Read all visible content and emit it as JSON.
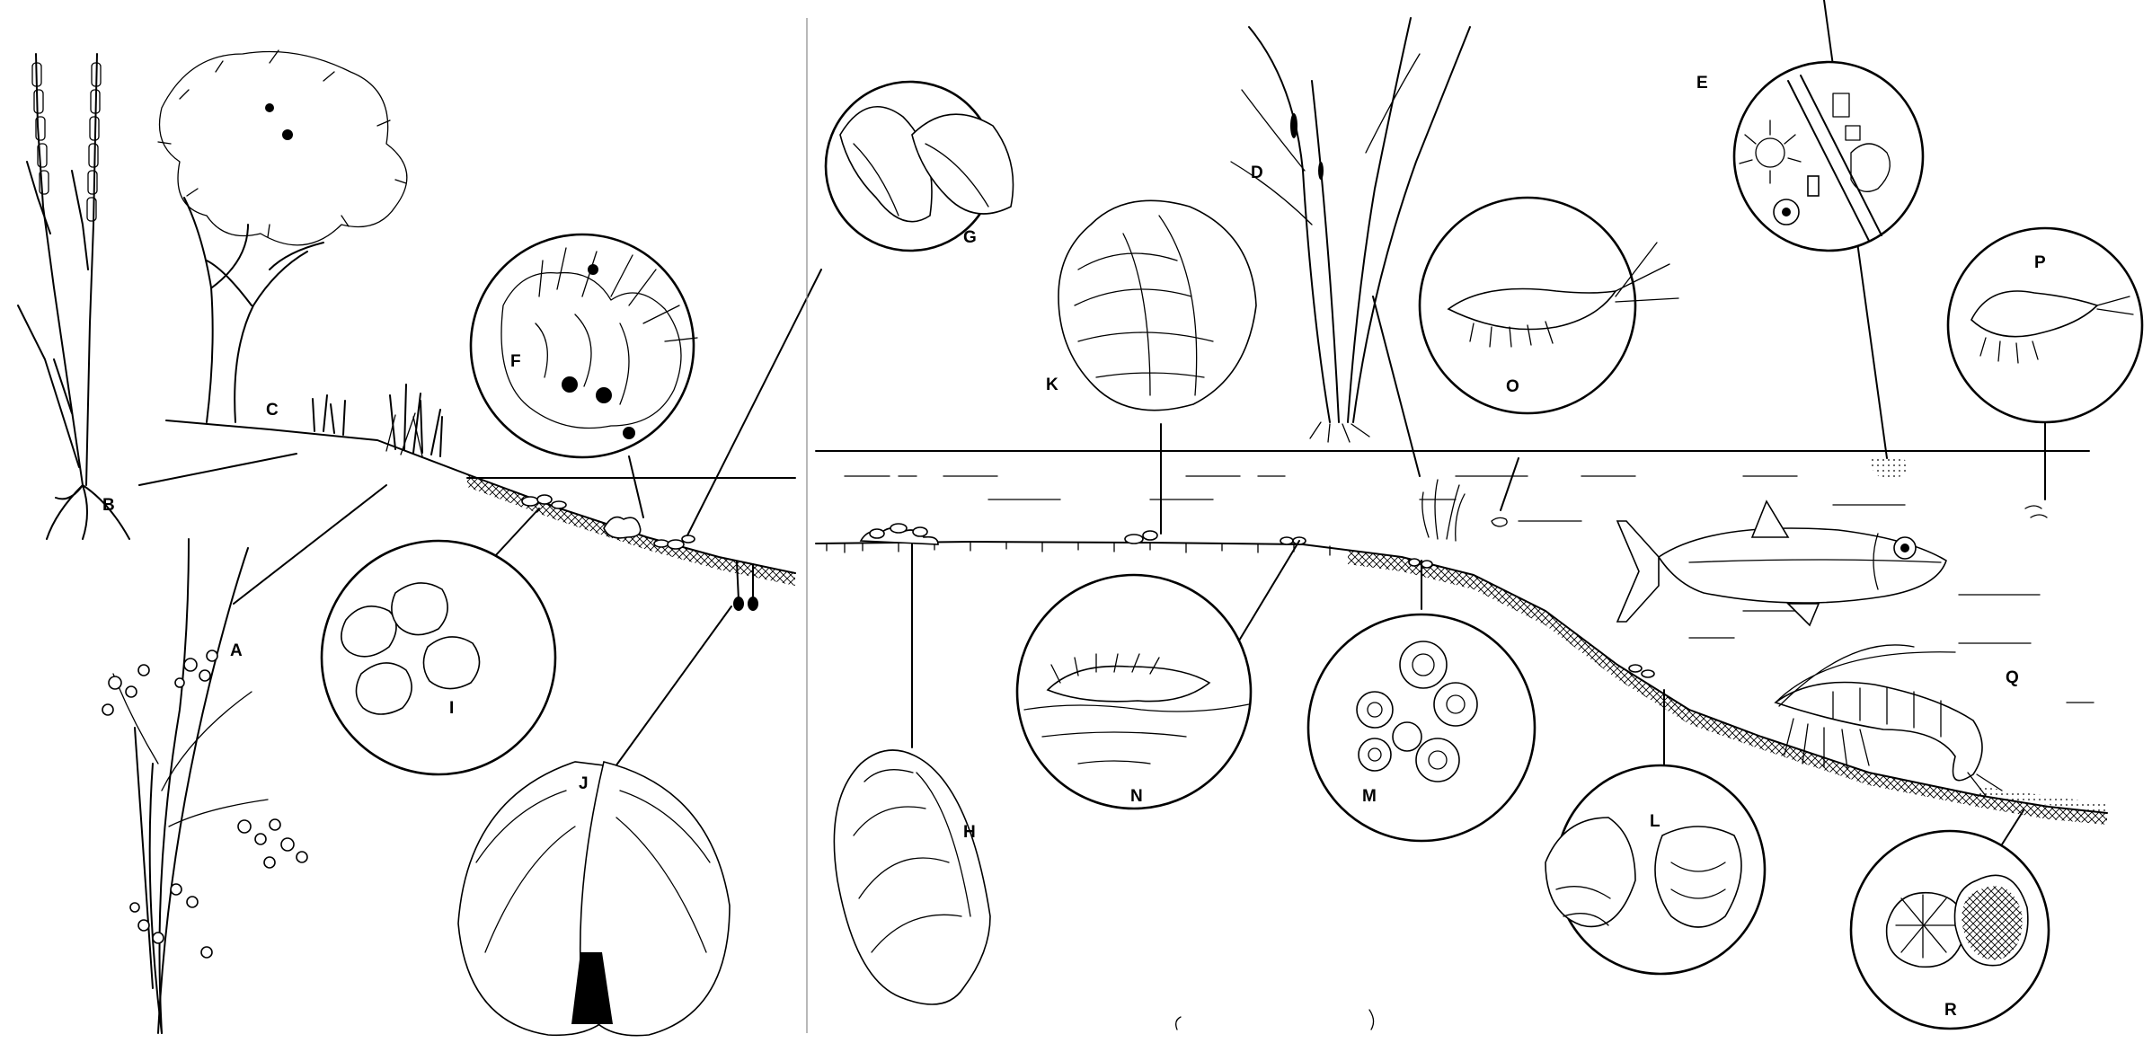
{
  "diagram": {
    "labels": {
      "A": "A",
      "B": "B",
      "C": "C",
      "D": "D",
      "E": "E",
      "F": "F",
      "G": "G",
      "H": "H",
      "I": "I",
      "J": "J",
      "K": "K",
      "L": "L",
      "M": "M",
      "N": "N",
      "O": "O",
      "P": "P",
      "Q": "Q",
      "R": "R"
    }
  }
}
